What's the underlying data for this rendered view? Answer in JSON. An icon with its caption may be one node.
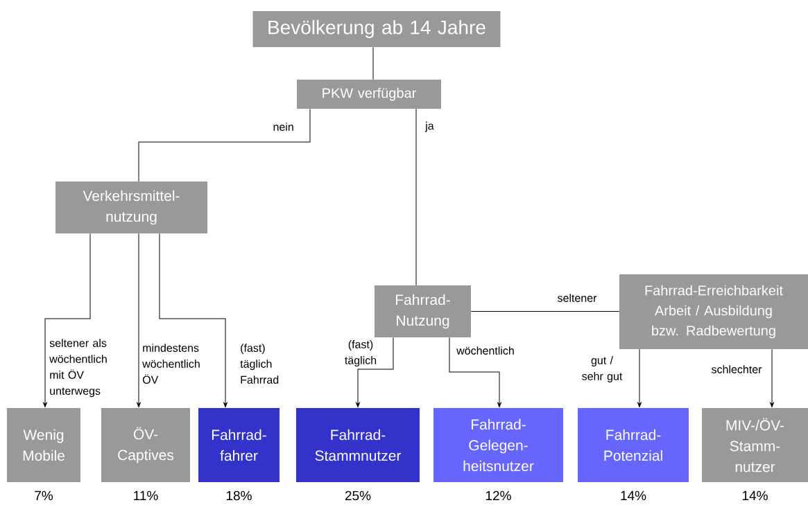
{
  "diagram": {
    "nodes": [
      {
        "text": [
          "Bevölkerung ab 14 Jahre"
        ]
      },
      {
        "text": [
          "PKW verfügbar"
        ]
      },
      {
        "text": [
          "Verkehrsmittel- nutzung"
        ]
      },
      {
        "text": [
          "Fahrrad- Nutzung"
        ]
      },
      {
        "text": [
          "Fahrrad-Erreichbarkeit Arbeit / Ausbildung bzw. Radbewertung"
        ]
      },
      {
        "text": [
          "Wenig Mobile"
        ],
        "beside": [
          "7%"
        ]
      },
      {
        "text": [
          "ÖV- Captives"
        ],
        "beside": [
          "11%"
        ]
      },
      {
        "text": [
          "Fahrrad- fahrer"
        ],
        "beside": [
          "18%"
        ]
      },
      {
        "text": [
          "Fahrrad- Stammnutzer"
        ],
        "beside": [
          "25%"
        ]
      },
      {
        "text": [
          "Fahrrad- Gelegen- heitsnutzer"
        ],
        "beside": [
          "12%"
        ]
      },
      {
        "text": [
          "Fahrrad- Potenzial"
        ],
        "beside": [
          "14%"
        ]
      },
      {
        "text": [
          "MIV-/ÖV- Stamm- nutzer"
        ],
        "beside": [
          "14%"
        ]
      }
    ],
    "edges": [
      {
        "from": 0,
        "to": 1,
        "arrow": "none"
      },
      {
        "from": 1,
        "to": 2,
        "arrow": "none",
        "label": "nein"
      },
      {
        "from": 1,
        "to": 3,
        "arrow": "none",
        "label": "ja"
      },
      {
        "from": 2,
        "to": 5,
        "arrow": "to",
        "label": "seltener als wöchentlich mit ÖV unterwegs"
      },
      {
        "from": 2,
        "to": 6,
        "arrow": "to",
        "label": "mindestens wöchentlich ÖV"
      },
      {
        "from": 2,
        "to": 7,
        "arrow": "to",
        "label": "(fast) täglich Fahrrad"
      },
      {
        "from": 3,
        "to": 8,
        "arrow": "to",
        "label": "(fast) täglich"
      },
      {
        "from": 3,
        "to": 9,
        "arrow": "to",
        "label": "wöchentlich"
      },
      {
        "from": 3,
        "to": 4,
        "arrow": "none",
        "label": "seltener"
      },
      {
        "from": 4,
        "to": 10,
        "arrow": "to",
        "label": "gut / sehr gut"
      },
      {
        "from": 4,
        "to": 11,
        "arrow": "to",
        "label": "schlechter"
      }
    ]
  }
}
